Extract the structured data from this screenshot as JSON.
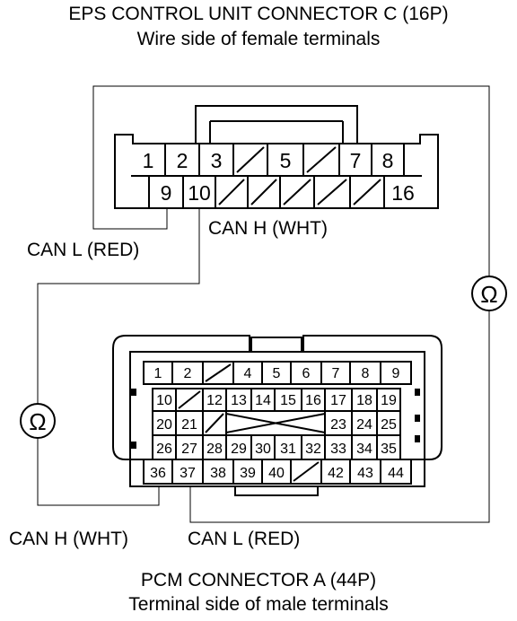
{
  "eps_connector": {
    "title": "EPS CONTROL UNIT CONNECTOR C (16P)",
    "subtitle": "Wire side of female terminals",
    "row1": [
      "1",
      "2",
      "3",
      "",
      "5",
      "",
      "7",
      "8"
    ],
    "row2": [
      "",
      "9",
      "10",
      "",
      "",
      "",
      "",
      "",
      "16"
    ]
  },
  "pcm_connector": {
    "title": "PCM CONNECTOR A (44P)",
    "subtitle": "Terminal side of male terminals",
    "row1": [
      "1",
      "2",
      "",
      "4",
      "5",
      "6",
      "7",
      "8",
      "9"
    ],
    "row2": [
      "10",
      "",
      "12",
      "13",
      "14",
      "15",
      "16",
      "17",
      "18",
      "19"
    ],
    "row3": [
      "20",
      "21",
      "",
      "",
      "",
      "",
      "",
      "23",
      "24",
      "25"
    ],
    "row4": [
      "26",
      "27",
      "28",
      "29",
      "30",
      "31",
      "32",
      "33",
      "34",
      "35"
    ],
    "row5": [
      "36",
      "37",
      "38",
      "39",
      "40",
      "",
      "42",
      "43",
      "44"
    ]
  },
  "wire_labels": {
    "eps_can_l": "CAN L (RED)",
    "eps_can_h": "CAN H (WHT)",
    "pcm_can_h": "CAN H (WHT)",
    "pcm_can_l": "CAN L (RED)"
  },
  "meters": {
    "symbol": "Ω"
  }
}
